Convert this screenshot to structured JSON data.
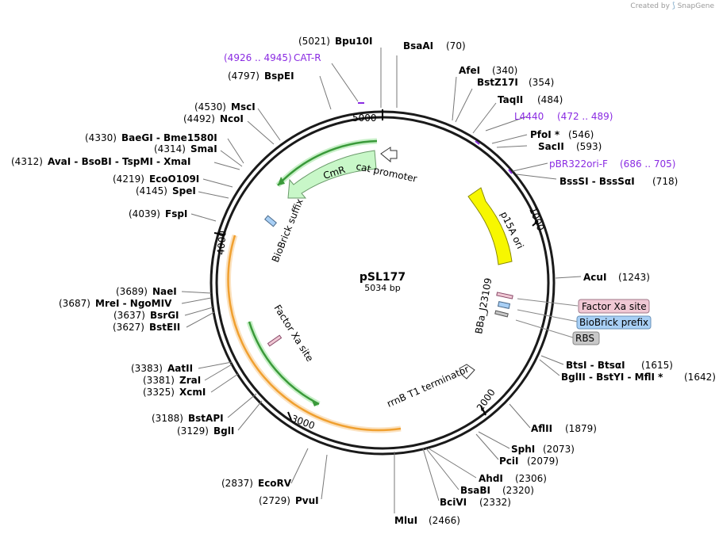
{
  "branding": {
    "created_by": "Created by",
    "product": "SnapGene"
  },
  "plasmid": {
    "name": "pSL177",
    "length_label": "5034 bp",
    "length": 5034
  },
  "ticks": [
    "1000",
    "2000",
    "3000",
    "4000",
    "5000"
  ],
  "enzymes_left": [
    {
      "pos": "(5021)",
      "name": "Bpu10I"
    },
    {
      "pos": "(4797)",
      "name": "BspEI"
    },
    {
      "pos": "(4530)",
      "name": "MscI"
    },
    {
      "pos": "(4492)",
      "name": "NcoI"
    },
    {
      "pos": "(4330)",
      "name": "BaeGI  -  Bme1580I"
    },
    {
      "pos": "(4314)",
      "name": "SmaI"
    },
    {
      "pos": "(4312)",
      "name": "AvaI  -  BsoBI  -  TspMI  -  XmaI"
    },
    {
      "pos": "(4219)",
      "name": "EcoO109I"
    },
    {
      "pos": "(4145)",
      "name": "SpeI"
    },
    {
      "pos": "(4039)",
      "name": "FspI"
    },
    {
      "pos": "(3689)",
      "name": "NaeI"
    },
    {
      "pos": "(3687)",
      "name": "MreI  -  NgoMIV"
    },
    {
      "pos": "(3637)",
      "name": "BsrGI"
    },
    {
      "pos": "(3627)",
      "name": "BstEII"
    },
    {
      "pos": "(3383)",
      "name": "AatII"
    },
    {
      "pos": "(3381)",
      "name": "ZraI"
    },
    {
      "pos": "(3325)",
      "name": "XcmI"
    },
    {
      "pos": "(3188)",
      "name": "BstAPI"
    },
    {
      "pos": "(3129)",
      "name": "BglI"
    },
    {
      "pos": "(2837)",
      "name": "EcoRV"
    },
    {
      "pos": "(2729)",
      "name": "PvuI"
    }
  ],
  "enzymes_right": [
    {
      "name": "BsaAI",
      "pos": "(70)"
    },
    {
      "name": "AfeI",
      "pos": "(340)"
    },
    {
      "name": "BstZ17I",
      "pos": "(354)"
    },
    {
      "name": "TaqII",
      "pos": "(484)"
    },
    {
      "name": "PfoI *",
      "pos": "(546)"
    },
    {
      "name": "SacII",
      "pos": "(593)"
    },
    {
      "name": "BssSI  -  BssSαI",
      "pos": "(718)"
    },
    {
      "name": "AcuI",
      "pos": "(1243)"
    },
    {
      "name": "BtsI  -  BtsαI",
      "pos": "(1615)"
    },
    {
      "name": "BglII  -  BstYI  -  MflI *",
      "pos": "(1642)"
    },
    {
      "name": "AflII",
      "pos": "(1879)"
    },
    {
      "name": "SphI",
      "pos": "(2073)"
    },
    {
      "name": "PciI",
      "pos": "(2079)"
    },
    {
      "name": "AhdI",
      "pos": "(2306)"
    },
    {
      "name": "BsaBI",
      "pos": "(2320)"
    },
    {
      "name": "BciVI",
      "pos": "(2332)"
    },
    {
      "name": "MluI",
      "pos": "(2466)"
    }
  ],
  "primers": [
    {
      "range": "(4926 .. 4945)",
      "name": "CAT-R"
    },
    {
      "name": "L4440",
      "range": "(472 .. 489)"
    },
    {
      "name": "pBR322ori-F",
      "range": "(686 .. 705)"
    }
  ],
  "features": {
    "cmr": "CmR",
    "cat_promoter": "cat promoter",
    "p15a_ori": "p15A ori",
    "biobrick_suffix": "BioBrick suffix",
    "factor_xa_inner": "Factor Xa site",
    "bba": "BBa_J23109",
    "rrnb": "rrnB T1 terminator"
  },
  "callouts": {
    "factor_xa": "Factor Xa site",
    "biobrick_prefix": "BioBrick prefix",
    "rbs": "RBS"
  },
  "colors": {
    "backbone": "#1a1a1a",
    "cmr_fill": "#c8f7c8",
    "cmr_stroke": "#6a9a6a",
    "p15a_fill": "#f7f700",
    "factor_xa_box": "#f0c8d4",
    "biobrick_box": "#a8cff5",
    "rbs_box": "#c8c8c8",
    "primer": "#8a2be2",
    "orange_arc": "#f0a030",
    "green_arc": "#5ac85a"
  }
}
